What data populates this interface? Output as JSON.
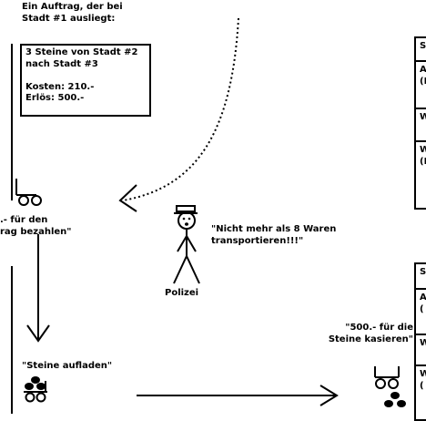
{
  "order": {
    "title": "Ein Auftrag, der bei\nStadt #1 ausliegt:",
    "box_text": "3 Steine von Stadt #2\nnach Stadt #3\n\nKosten: 210.-\nErlös: 500.-"
  },
  "quotes": {
    "pay": ".- für den\nrag bezahlen\"",
    "police_quote": "\"Nicht mehr als 8 Waren\ntransportieren!!!\"",
    "police_label": "Polizei",
    "load": "\"Steine aufladen\"",
    "cash": "\"500.- für die\nSteine kasieren\""
  },
  "right_table_top": {
    "cells": [
      "S",
      "A\n(I",
      "W",
      "W\n(I"
    ]
  },
  "right_table_bottom": {
    "cells": [
      "S",
      "A\n(",
      "W",
      "W\n("
    ]
  },
  "colors": {
    "ink": "#000000",
    "background": "#ffffff"
  },
  "icons": [
    "cart-icon",
    "stick-figure-police-icon",
    "stones-icon",
    "arrow-icon"
  ]
}
